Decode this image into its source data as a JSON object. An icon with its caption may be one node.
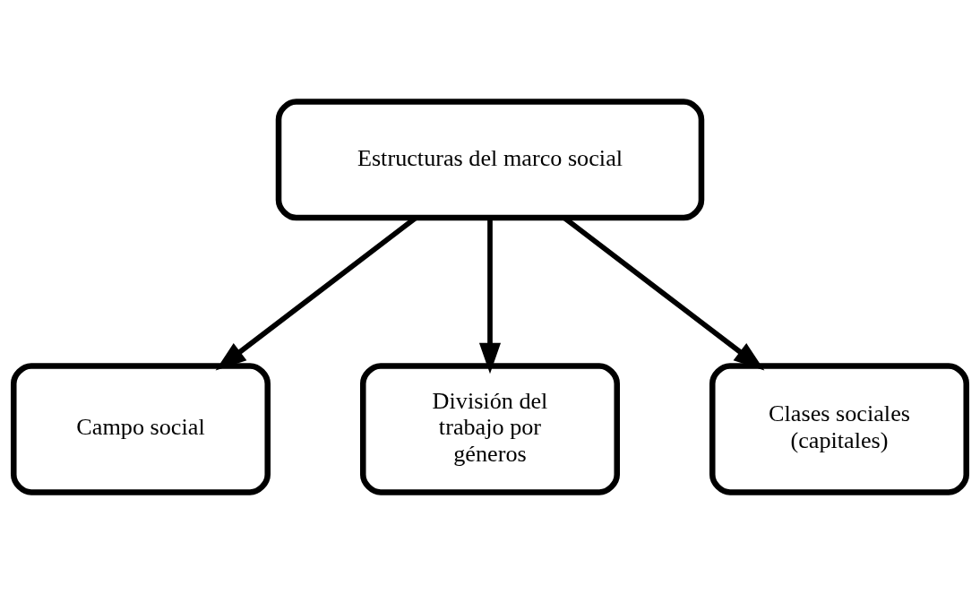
{
  "diagram": {
    "nodes": [
      {
        "text": [
          "Estructuras del marco social"
        ]
      },
      {
        "text": [
          "Campo social"
        ]
      },
      {
        "text": [
          "División del trabajo por géneros"
        ]
      },
      {
        "text": [
          "Clases sociales (capitales)"
        ]
      }
    ],
    "edges": [
      {
        "from": 0,
        "to": 1,
        "arrow": "to"
      },
      {
        "from": 0,
        "to": 2,
        "arrow": "to"
      },
      {
        "from": 0,
        "to": 3,
        "arrow": "to"
      }
    ]
  }
}
